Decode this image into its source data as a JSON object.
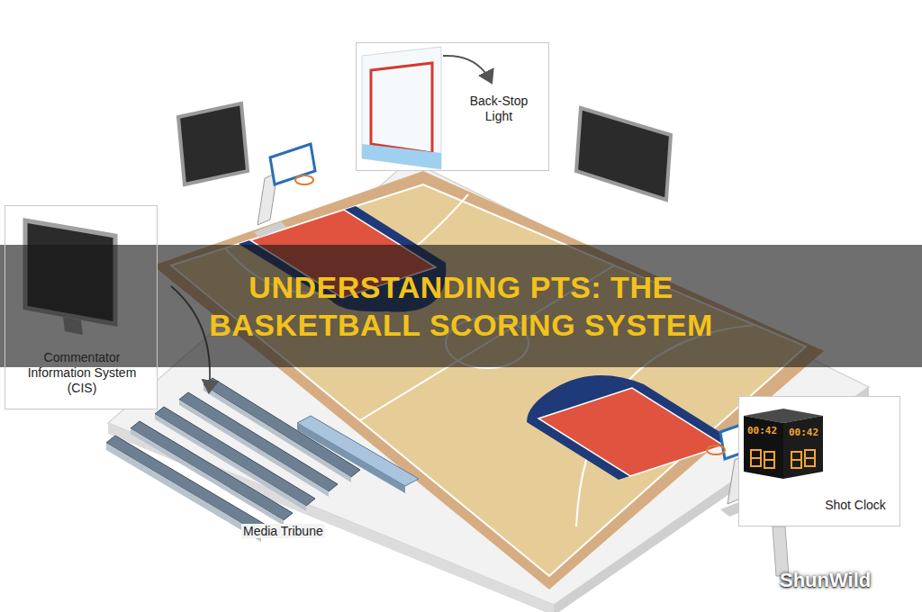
{
  "diagram": {
    "title": "UNDERSTANDING PTS: THE BASKETBALL SCORING SYSTEM",
    "nodes": [
      {
        "text": [
          "Back-Stop Light"
        ]
      },
      {
        "text": [
          "Commentator Information System (CIS)"
        ]
      },
      {
        "text": [
          "Shot Clock"
        ]
      }
    ],
    "labels": [
      "Media Tribune",
      "00:42",
      "00:42",
      "ShunWild"
    ]
  }
}
